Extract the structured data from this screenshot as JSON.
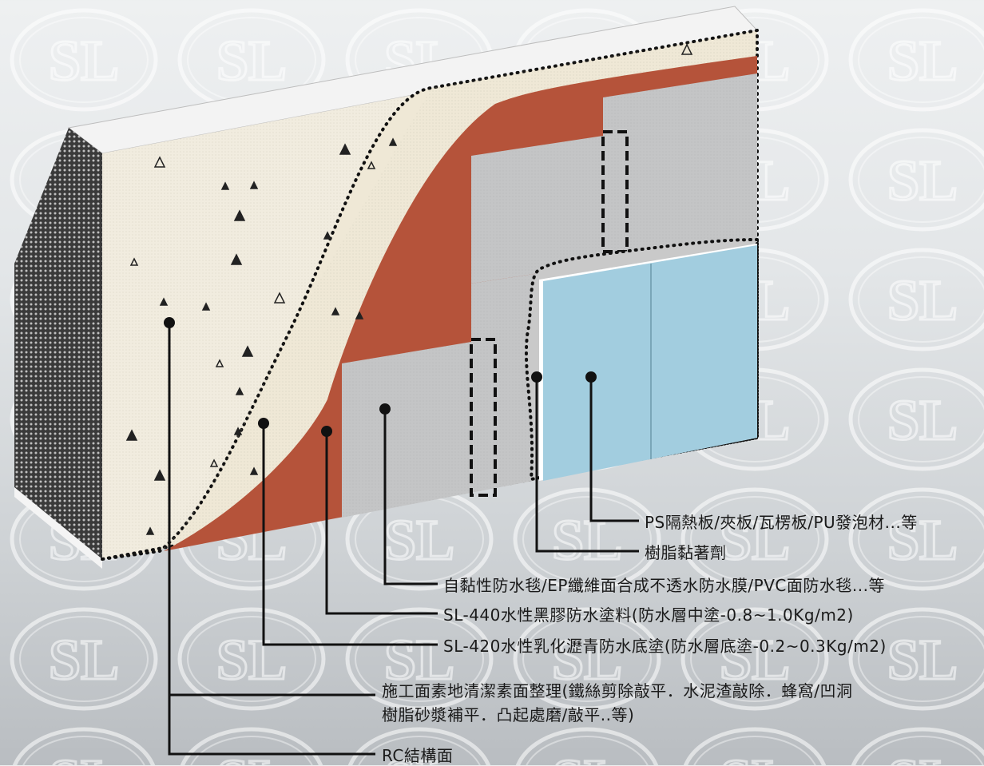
{
  "watermark": {
    "text": "SL"
  },
  "legend": {
    "items": [
      {
        "key": "insulation_board",
        "label": "PS隔熱板/夾板/瓦楞板/PU發泡材...等"
      },
      {
        "key": "resin_adhesive",
        "label": "樹脂黏著劑"
      },
      {
        "key": "waterproof_membrane",
        "label": "自黏性防水毯/EP纖維面合成不透水防水膜/PVC面防水毯...等"
      },
      {
        "key": "sl440_coating",
        "label": "SL-440水性黑膠防水塗料(防水層中塗-0.8~1.0Kg/m2)"
      },
      {
        "key": "sl420_primer",
        "label": "SL-420水性乳化瀝青防水底塗(防水層底塗-0.2~0.3Kg/m2)"
      },
      {
        "key": "surface_prep",
        "lines": [
          "施工面素地清潔素面整理(鐵絲剪除敲平．水泥渣敲除．蜂窩/凹洞",
          "樹脂砂漿補平．凸起處磨/敲平..等)"
        ]
      },
      {
        "key": "rc_structure",
        "label": "RC結構面"
      }
    ]
  },
  "colors": {
    "concrete": "#f1ecdf",
    "primer": "#efe8d6",
    "black_coating": "#b5533a",
    "membrane": "#c4c5c6",
    "insulation": "#a2cddf",
    "leader": "#111111"
  }
}
